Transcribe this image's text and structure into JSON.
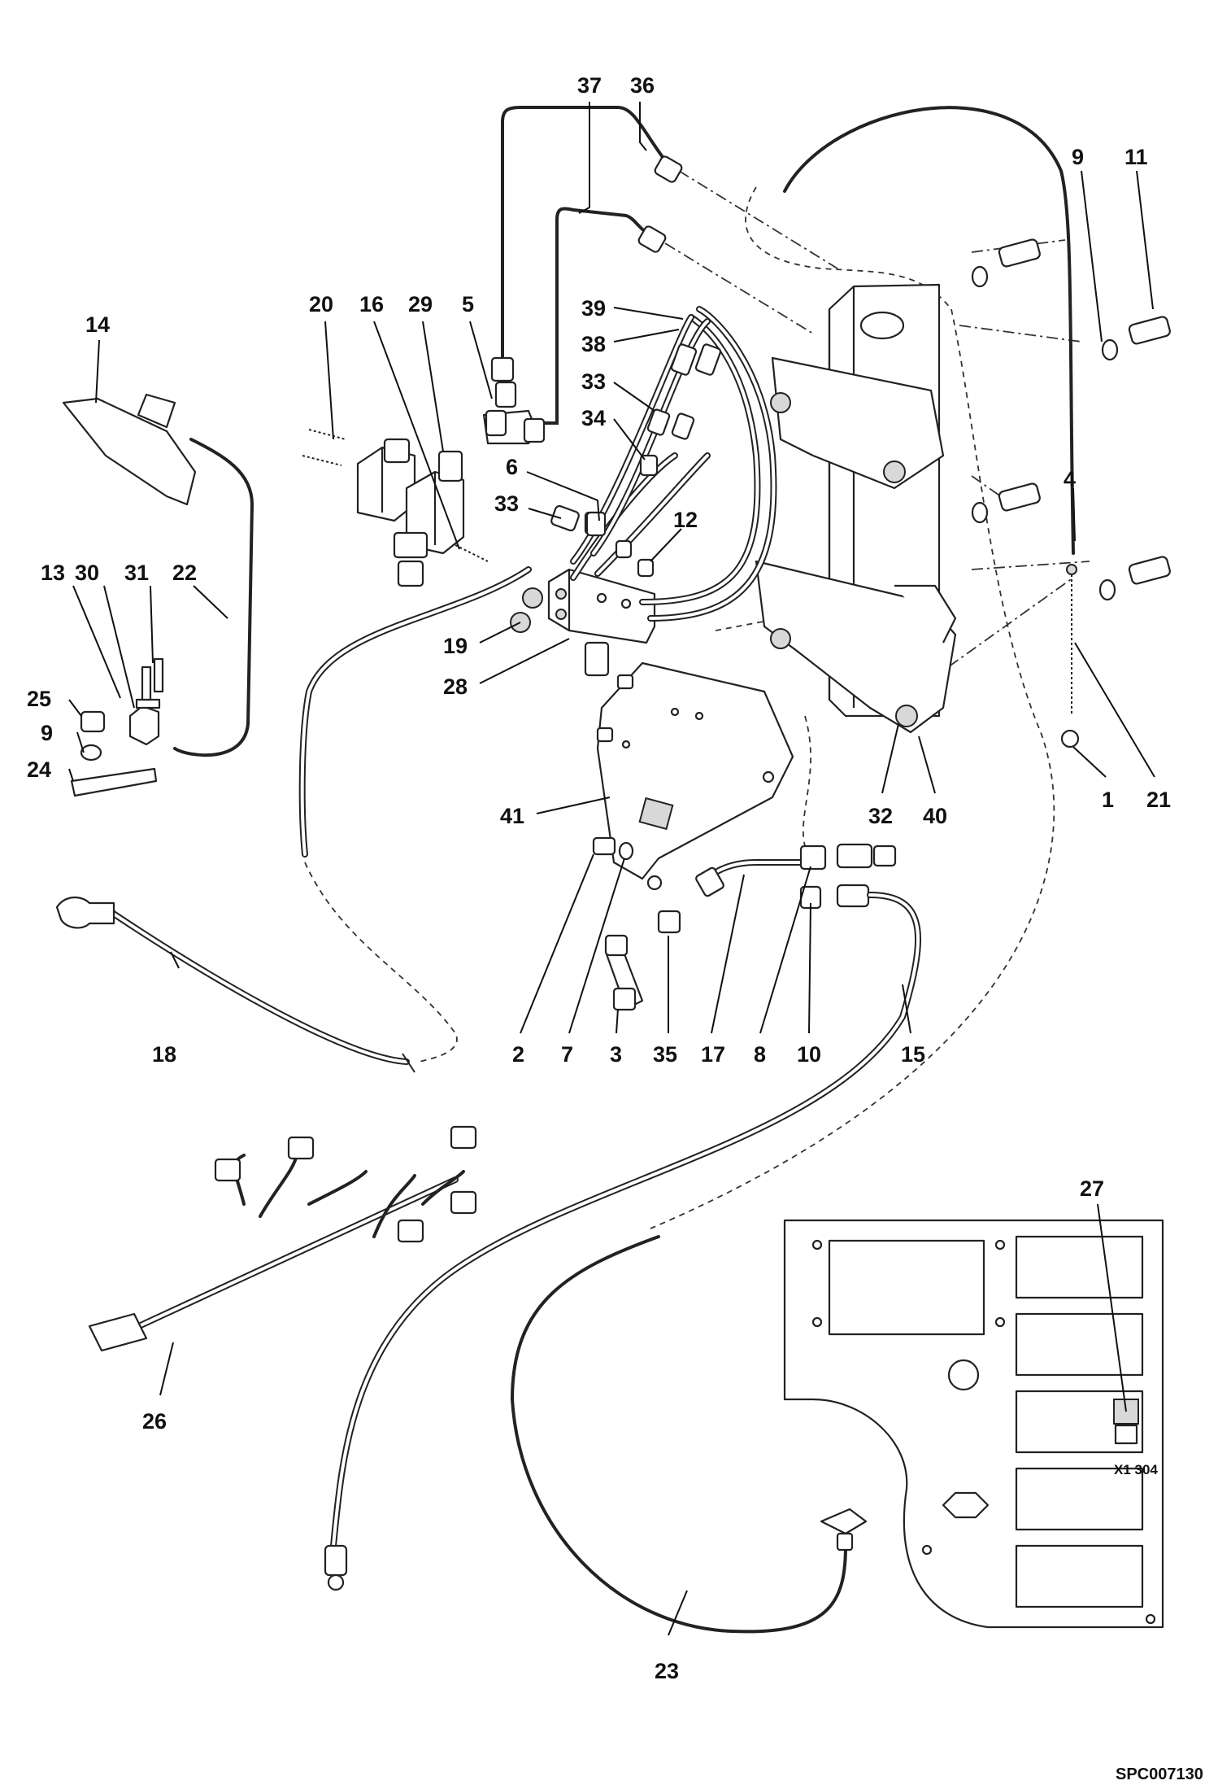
{
  "callouts": {
    "c37": "37",
    "c36": "36",
    "c9a": "9",
    "c11": "11",
    "c20": "20",
    "c16": "16",
    "c29": "29",
    "c5": "5",
    "c39": "39",
    "c38": "38",
    "c14": "14",
    "c33a": "33",
    "c34": "34",
    "c6": "6",
    "c33b": "33",
    "c4": "4",
    "c12": "12",
    "c13": "13",
    "c30": "30",
    "c31": "31",
    "c22": "22",
    "c19": "19",
    "c28": "28",
    "c25": "25",
    "c9b": "9",
    "c24": "24",
    "c1": "1",
    "c21": "21",
    "c32": "32",
    "c40": "40",
    "c41": "41",
    "c18": "18",
    "c2": "2",
    "c7": "7",
    "c3": "3",
    "c35": "35",
    "c17": "17",
    "c8": "8",
    "c10": "10",
    "c15": "15",
    "c27": "27",
    "c26": "26",
    "c23": "23"
  },
  "panel_marking": "X1 304",
  "drawing_ref": "SPC007130"
}
